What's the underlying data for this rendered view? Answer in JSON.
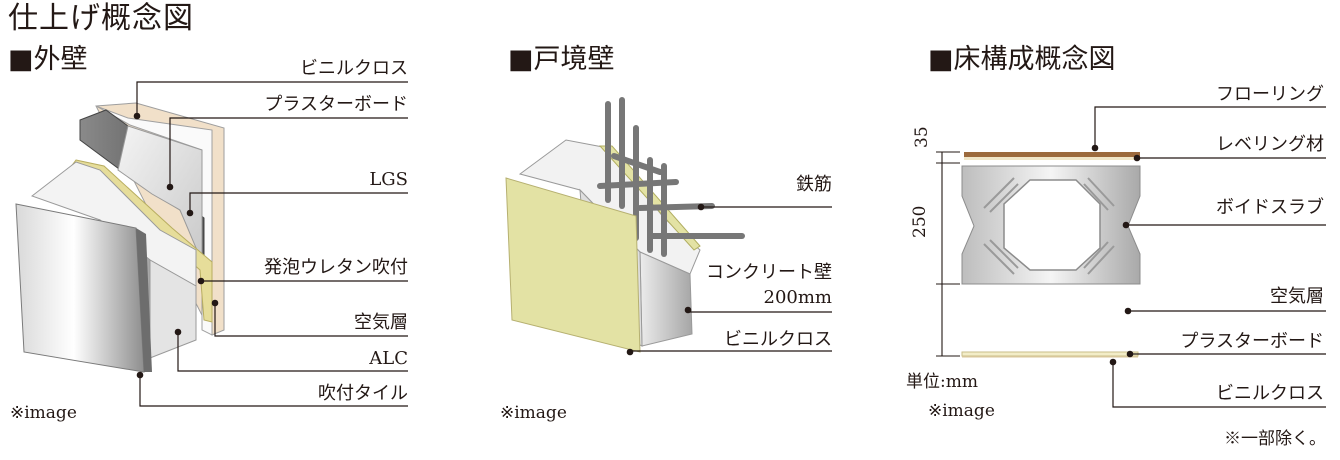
{
  "title": "仕上げ概念図",
  "sections": {
    "exterior": {
      "heading": "■外壁",
      "labels": [
        "ビニルクロス",
        "プラスターボード",
        "LGS",
        "発泡ウレタン吹付",
        "空気層",
        "ALC",
        "吹付タイル"
      ],
      "note": "※image"
    },
    "party": {
      "heading": "■戸境壁",
      "labels": [
        "鉄筋",
        "コンクリート壁",
        "200mm",
        "ビニルクロス"
      ],
      "note": "※image"
    },
    "floor": {
      "heading": "■床構成概念図",
      "labels": [
        "フローリング",
        "レベリング材",
        "ボイドスラブ",
        "空気層",
        "プラスターボード",
        "ビニルクロス"
      ],
      "dims": [
        "35",
        "250"
      ],
      "unit": "単位:mm",
      "note": "※image",
      "footnote": "※一部除く。"
    }
  },
  "colors": {
    "text": "#231815",
    "finish_cloth": "#f1e0c9",
    "urethane": "#e6dd9a",
    "party_board": "#e3e2a4",
    "flooring": "#9c6a3d",
    "plaster_board": "#f3edc8",
    "dark_gray": "#6d6d6d"
  }
}
